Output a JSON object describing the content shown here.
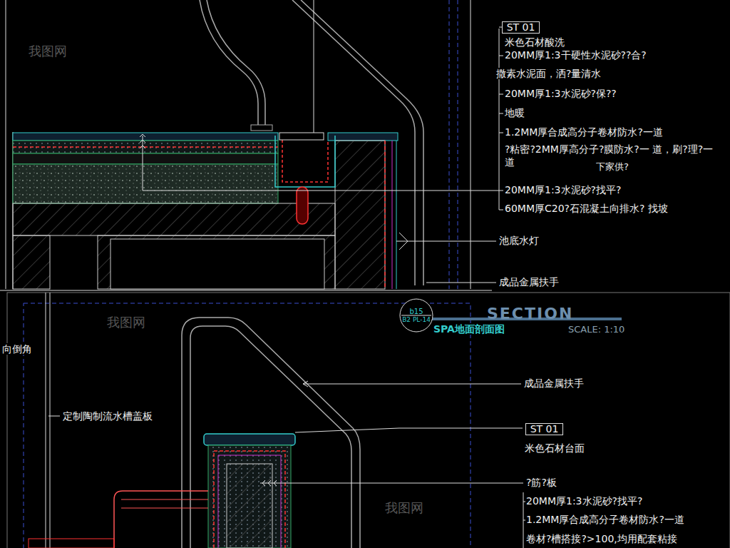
{
  "diagram": {
    "title": "SPA地面剖面图",
    "nodes": [
      {
        "text": [
          "ST 01"
        ]
      },
      {
        "text": [
          "b15",
          "B2 PL-14"
        ]
      },
      {
        "text": [
          "ST 01"
        ]
      }
    ],
    "labels": [
      "米色石材酸洗",
      "20MM厚1:3干硬性水泥砂??合?",
      "撒素水泥面，洒?量清水",
      "20MM厚1:3水泥砂?保??",
      "地暖",
      "1.2MM厚合成高分子卷材防水?一道",
      "?粘密?2MM厚高分子?膜防水?一 道，刷?理?一道",
      "下家供?",
      "20MM厚1:3水泥砂?找平?",
      "60MM厚C20?石混凝土向排水? 找坡",
      "池底水灯",
      "成品金属扶手",
      "SECTION",
      "SCALE: 1:10",
      "成品金属扶手",
      "定制陶制流水槽盖板",
      "米色石材台面",
      "?筋?板",
      "20MM厚1:3水泥砂?找平?",
      "1.2MM厚合成高分子卷材防水?一道",
      "卷材?槽搭接?>100,均用配套粘接",
      "向倒角",
      "我图网",
      "我图网",
      "我图网"
    ]
  }
}
